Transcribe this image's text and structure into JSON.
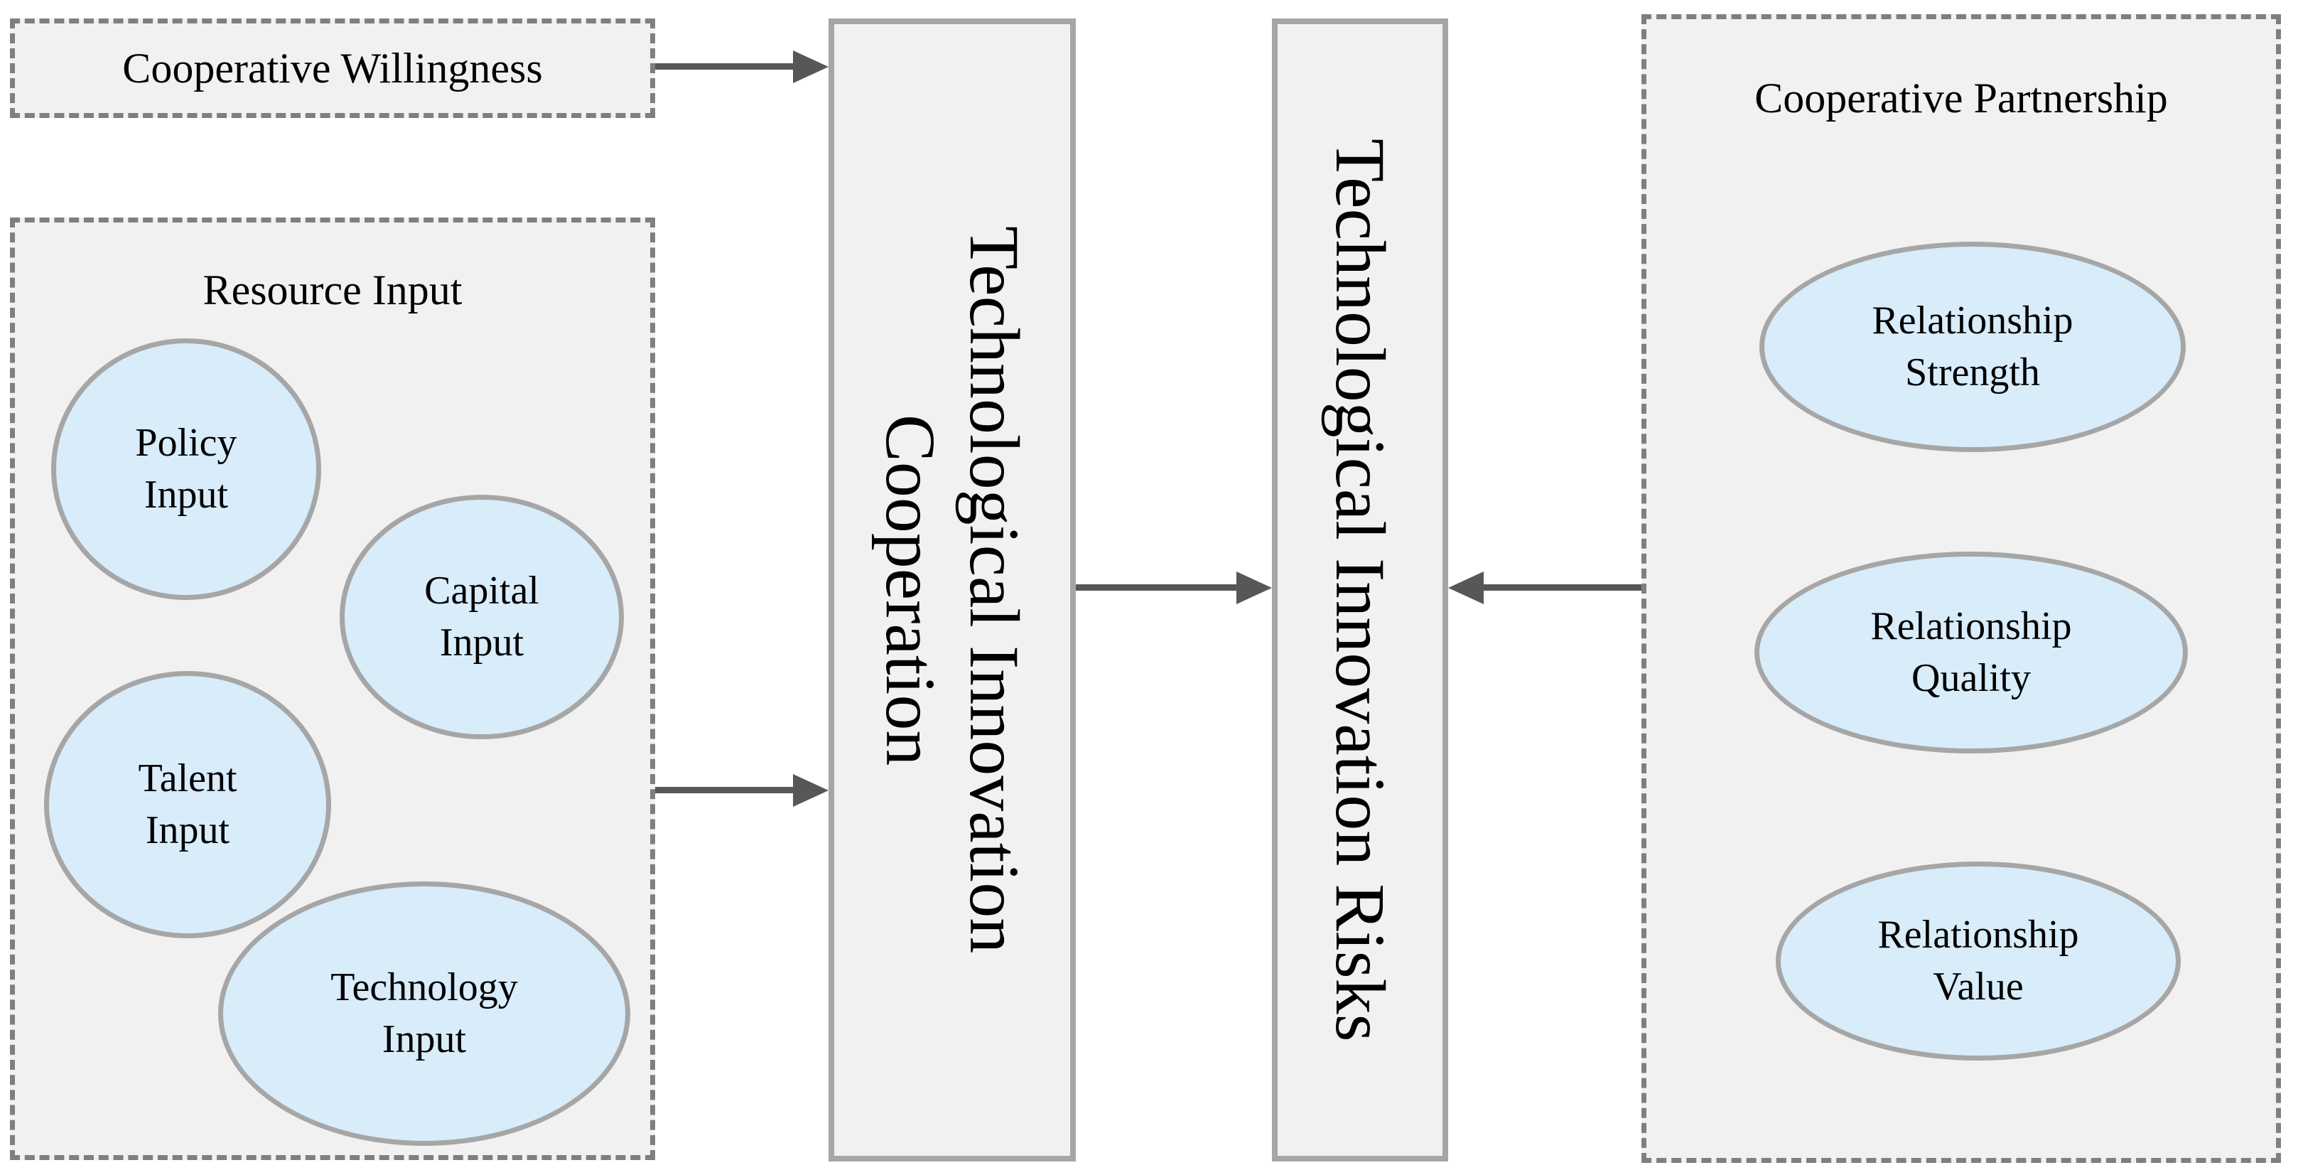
{
  "diagram": {
    "boxes": {
      "cooperative_willingness": {
        "label": "Cooperative Willingness"
      },
      "resource_input": {
        "title": "Resource Input",
        "ellipses": [
          {
            "label": "Policy Input"
          },
          {
            "label": "Capital Input"
          },
          {
            "label": "Talent Input"
          },
          {
            "label": "Technology Input"
          }
        ]
      },
      "technological_innovation_cooperation": {
        "line1": "Technological Innovation",
        "line2": "Cooperation"
      },
      "technological_innovation_risks": {
        "label": "Technological Innovation Risks"
      },
      "cooperative_partnership": {
        "title": "Cooperative Partnership",
        "ellipses": [
          {
            "label": "Relationship Strength"
          },
          {
            "label": "Relationship Quality"
          },
          {
            "label": "Relationship Value"
          }
        ]
      }
    },
    "arrows": [
      {
        "name": "willingness-to-cooperation",
        "direction": "right"
      },
      {
        "name": "resource-to-cooperation",
        "direction": "right"
      },
      {
        "name": "cooperation-to-risks",
        "direction": "right"
      },
      {
        "name": "partnership-to-risks",
        "direction": "left"
      }
    ],
    "colors": {
      "container_fill": "#f1f1f1",
      "dashed_border": "#7f7f7f",
      "solid_border": "#a6a6a6",
      "ellipse_fill": "#d8ecfa",
      "ellipse_border": "#a6a6a6",
      "arrow": "#575757",
      "text": "#000000"
    }
  }
}
